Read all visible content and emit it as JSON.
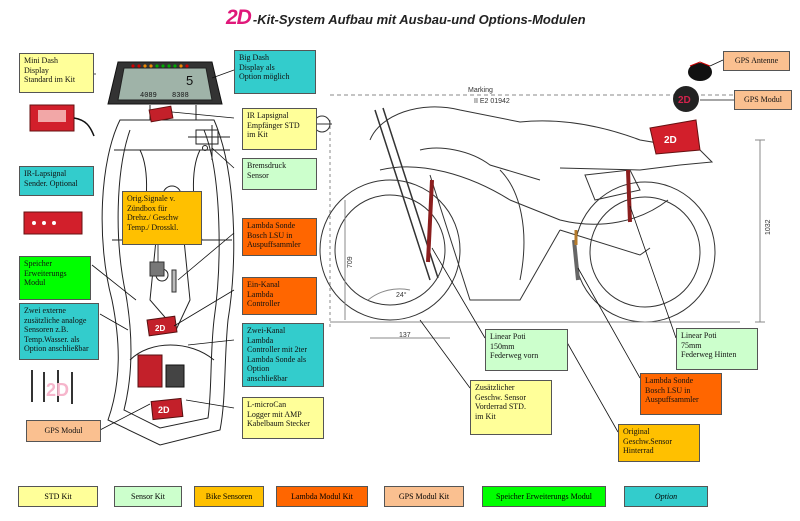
{
  "title": {
    "logo": "2D",
    "text": "-Kit-System Aufbau mit Ausbau-und Options-Modulen"
  },
  "dash_display": {
    "speed": "5",
    "left_value": "4089",
    "right_value": "8308"
  },
  "drawing": {
    "marking": "Marking",
    "code": "II E2  01942",
    "dim_137": "137",
    "dim_709": "709",
    "dim_1032": "1032",
    "angle_24": "24°",
    "gps_module_logo": "2D",
    "tail_logo": "2D",
    "logger_logo": "2D",
    "kit_logo": "2D"
  },
  "labels": {
    "mini_dash": "Mini Dash\nDisplay\nStandard im Kit",
    "ir_sender": "IR-Lapsignal\nSender. Optional",
    "speicher": "Speicher\nErweiterungs\nModul",
    "analog": "Zwei externe\nzusätzliche analoge\nSensoren z.B.\nTemp.Wasser. als\nOption anschließbar",
    "gps_modul_left": "GPS Modul",
    "big_dash": "Big Dash\nDisplay als\nOption möglich",
    "ir_receiver": "IR Lapsignal\nEmpfänger STD\nim Kit",
    "bremsdruck": "Bremsdruck\nSensor",
    "orig_signale": "Orig.Signale v.\nZündbox für\nDrehz./ Geschw\nTemp./ Drosskl.",
    "lambda_sonde": "Lambda Sonde\nBosch LSU in\nAuspuffsammler",
    "ein_kanal": "Ein-Kanal\nLambda\nController",
    "zwei_kanal": "Zwei-Kanal\nLambda\nController mit 2ter\nLambda Sonde als\nOption\nanschließbar",
    "logger": "L-microCan\nLogger mit AMP\nKabelbaum Stecker",
    "gps_antenne": "GPS Antenne",
    "gps_modul_right": "GPS Modul",
    "poti_vorn": "Linear Poti\n150mm\nFederweg vorn",
    "poti_hinten": "Linear Poti\n75mm\nFederweg Hinten",
    "geschw_vorn": "Zusätzlicher\nGeschw. Sensor\nVorderrad STD.\nim Kit",
    "lambda_sonde_right": "Lambda Sonde\nBosch LSU in\nAuspuffsammler",
    "geschw_hinten": "Original\nGeschw.Sensor\nHinterrad"
  },
  "legend": [
    {
      "label": "STD Kit",
      "color": "#ffff99"
    },
    {
      "label": "Sensor Kit",
      "color": "#ccffcc"
    },
    {
      "label": "Bike Sensoren",
      "color": "#ffc000"
    },
    {
      "label": "Lambda Modul Kit",
      "color": "#ff6600"
    },
    {
      "label": "GPS Modul Kit",
      "color": "#fac090"
    },
    {
      "label": "Speicher Erweiterungs Modul",
      "color": "#00ff00"
    },
    {
      "label": "Option",
      "color": "#33cccc"
    }
  ]
}
